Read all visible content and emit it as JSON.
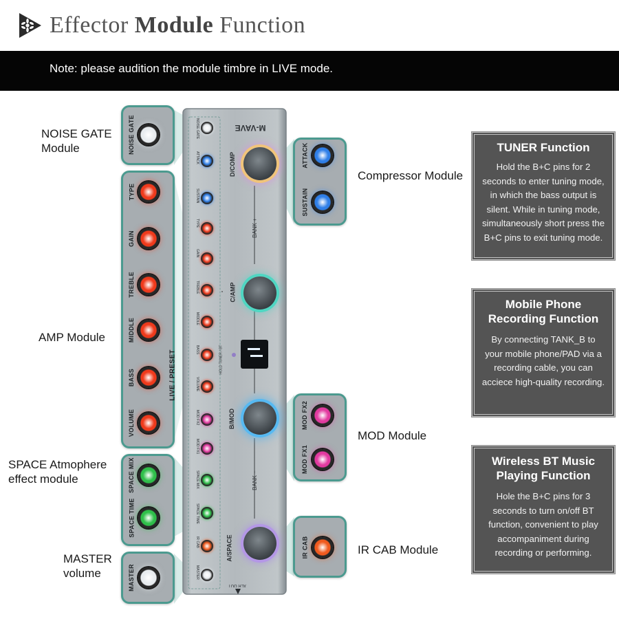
{
  "header": {
    "title_prefix": "Effector ",
    "title_bold": "Module",
    "title_suffix": " Function"
  },
  "note": "Note: please audition the module timbre in LIVE mode.",
  "pedal": {
    "brand": "M-VAVE",
    "footswitch_labels": [
      "D/COMP",
      "C/AMP",
      "B/MOD",
      "A/SPACE"
    ],
    "bank_up": "BANK +",
    "bank_down": "BANK −",
    "live_preset": "LIVE / PRESET",
    "hold_text": "HOLD TUNER / BT",
    "output": "XLR OUT"
  },
  "panels": {
    "noise_gate": {
      "knobs": [
        "NOISE GATE"
      ]
    },
    "compressor": {
      "knobs": [
        "ATTACK",
        "SUSTAIN"
      ]
    },
    "amp": {
      "knobs": [
        "TYPE",
        "GAIN",
        "TREBLE",
        "MIDDLE",
        "BASS",
        "VOLUME"
      ],
      "side_label": "LIVE / PRESET"
    },
    "mod": {
      "knobs": [
        "MOD FX2",
        "MOD FX1"
      ]
    },
    "space": {
      "knobs": [
        "SPACE MIX",
        "SPACE TIME"
      ]
    },
    "ir_cab": {
      "knobs": [
        "IR CAB"
      ]
    },
    "master": {
      "knobs": [
        "MASTER"
      ]
    }
  },
  "module_labels": {
    "noise_gate": [
      "NOISE GATE",
      "Module"
    ],
    "compressor": "Compressor Module",
    "amp": "AMP Module",
    "mod": "MOD Module",
    "space": [
      "SPACE Atmophere",
      "effect module"
    ],
    "ir_cab": "IR CAB Module",
    "master": [
      "MASTER",
      "volume"
    ]
  },
  "info_boxes": [
    {
      "title": "TUNER Function",
      "body": "Hold the B+C pins for 2 seconds to enter tuning mode, in which the bass output is silent. While in tuning mode, simultaneously short press the B+C pins to exit tuning mode."
    },
    {
      "title": "Mobile Phone Recording Function",
      "body": "By connecting TANK_B to your mobile phone/PAD via a recording cable, you can acciece high-quality recording."
    },
    {
      "title": "Wireless BT Music Playing Function",
      "body": "Hole the B+C pins for 3 seconds to turn on/off BT function, convenient to play accompaniment during recording or performing."
    }
  ],
  "colors": {
    "panel_border": "#4b9a8f",
    "info_box_bg": "#545454",
    "note_bar_bg": "#050505",
    "led_white": "#e8ecef",
    "led_blue": "#2f7fe8",
    "led_red": "#ef3a1c",
    "led_pink": "#e23aa0",
    "led_green": "#2fbf4a",
    "led_orange": "#f05a1e"
  },
  "icons": [
    "logo-icon",
    "bt-logo-icon",
    "knob-icon",
    "footswitch-icon",
    "led-display-icon"
  ]
}
